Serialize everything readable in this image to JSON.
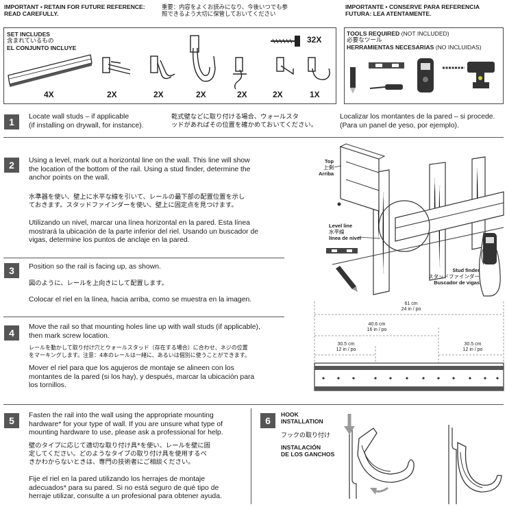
{
  "header": {
    "en": [
      "IMPORTANT • RETAIN FOR FUTURE REFERENCE:",
      "READ CAREFULLY."
    ],
    "jp": [
      "重要：内容をよくお読みになり、今後いつでも参",
      "照できるよう大切に保管しておいてください"
    ],
    "es": [
      "IMPORTANTE • CONSERVE PARA REFERENCIA",
      "FUTURA: LEA ATENTAMENTE."
    ]
  },
  "set_includes": {
    "titles": [
      "SET INCLUDES",
      "含まれているもの",
      "EL CONJUNTO INCLUYE"
    ],
    "quantities": [
      "4X",
      "2X",
      "2X",
      "2X",
      "2X",
      "2X",
      "1X"
    ],
    "screw_qty": "32X"
  },
  "tools": {
    "line1_bold": "TOOLS REQUIRED",
    "line1_rest": " (NOT INCLUDED)",
    "line2": "必要なツール",
    "line3_bold": "HERRAMIENTAS NECESARIAS",
    "line3_rest": " (NO INCLUIDAS)"
  },
  "steps": {
    "s1": {
      "num": "1",
      "en": [
        "Locate wall studs – if applicable",
        "(if installing on drywall, for instance)."
      ],
      "jp": [
        "乾式壁などに取り付ける場合、ウォールスタ",
        "ッドがあればその位置を確かめておいてください。"
      ],
      "es": [
        "Localizar los montantes de la pared – si procede.",
        "(Para un panel de yeso, por ejemplo)."
      ]
    },
    "s2": {
      "num": "2",
      "en": [
        "Using a level, mark out a horizontal line on the wall. This line will show",
        "the location of the bottom of the rail. Using a stud finder, determine the",
        "anchor points on the wall."
      ],
      "jp": [
        "水準器を使い、壁上に水平な線を引いて、レールの最下部の配置位置を示し",
        "ておきます。スタッドファインダーを使い、壁上に固定点を見つけます。"
      ],
      "es": [
        "Utilizando un nivel, marcar una línea horizontal en la pared. Esta línea",
        "mostrará la ubicación de la parte inferior del riel. Usando un buscador de",
        "vigas, determine los puntos de anclaje en la pared."
      ]
    },
    "s2_labels": {
      "top": [
        "Top",
        "上側",
        "Arriba"
      ],
      "level": [
        "Level line",
        "水平線",
        "línea de nivel"
      ],
      "stud": [
        "Stud finder",
        "スタッドファインダー",
        "Buscador de vigas"
      ]
    },
    "s3": {
      "num": "3",
      "en": "Position so the rail is facing up, as shown.",
      "jp": "図のように、レールを上向きにして配置します。",
      "es": "Colocar el riel en la línea, hacia arriba, como se muestra en la imagen."
    },
    "s4": {
      "num": "4",
      "en": [
        "Move the rail so that mounting holes line up with wall studs (if applicable),",
        "then mark screw location."
      ],
      "jp": [
        "レールを動かして取り付け穴とウォールスタッド（存在する場合）に合わせ、ネジの位置",
        "をマーキングします。注意：4本のレールは一緒に、あるいは個別に使うことができます。"
      ],
      "es": [
        "Mover el riel para que los agujeros de montaje se alineen con los",
        "montantes de la pared (si los hay), y después, marcar la ubicación para",
        "los tornillos."
      ]
    },
    "s4_dims": {
      "total": [
        "61 cm",
        "24 in / po"
      ],
      "mid": [
        "40.6 cm",
        "16 in / po"
      ],
      "left": [
        "30.5 cm",
        "12 in / po"
      ],
      "right": [
        "30.5 cm",
        "12 in / po"
      ]
    },
    "s5": {
      "num": "5",
      "en": [
        "Fasten the rail into the wall using the appropriate mounting",
        "hardware* for your type of wall. If you are unsure what type of",
        "mounting hardware to use, please ask a professional for help."
      ],
      "jp": [
        "壁のタイプに応じて適切な取り付け具*を使い、レールを壁に固",
        "定してください。どのようなタイプの取り付け具を使用するべ",
        "きかわからないときは、専門の技術者にご相談ください。"
      ],
      "es": [
        "Fije el riel en la pared utilizando los herrajes de montaje",
        "adecuados* para su pared. Si no está seguro de qué tipo de",
        "herraje utilizar, consulte a un profesional para obtener ayuda."
      ]
    },
    "s6": {
      "num": "6",
      "en": [
        "HOOK",
        "INSTALLATION"
      ],
      "jp": "フックの取り付け",
      "es": [
        "INSTALACIÓN",
        "DE LOS GANCHOS"
      ]
    }
  },
  "colors": {
    "accent": "#555555",
    "text": "#1a1a1a",
    "drill_accent": "#c8d23c"
  }
}
